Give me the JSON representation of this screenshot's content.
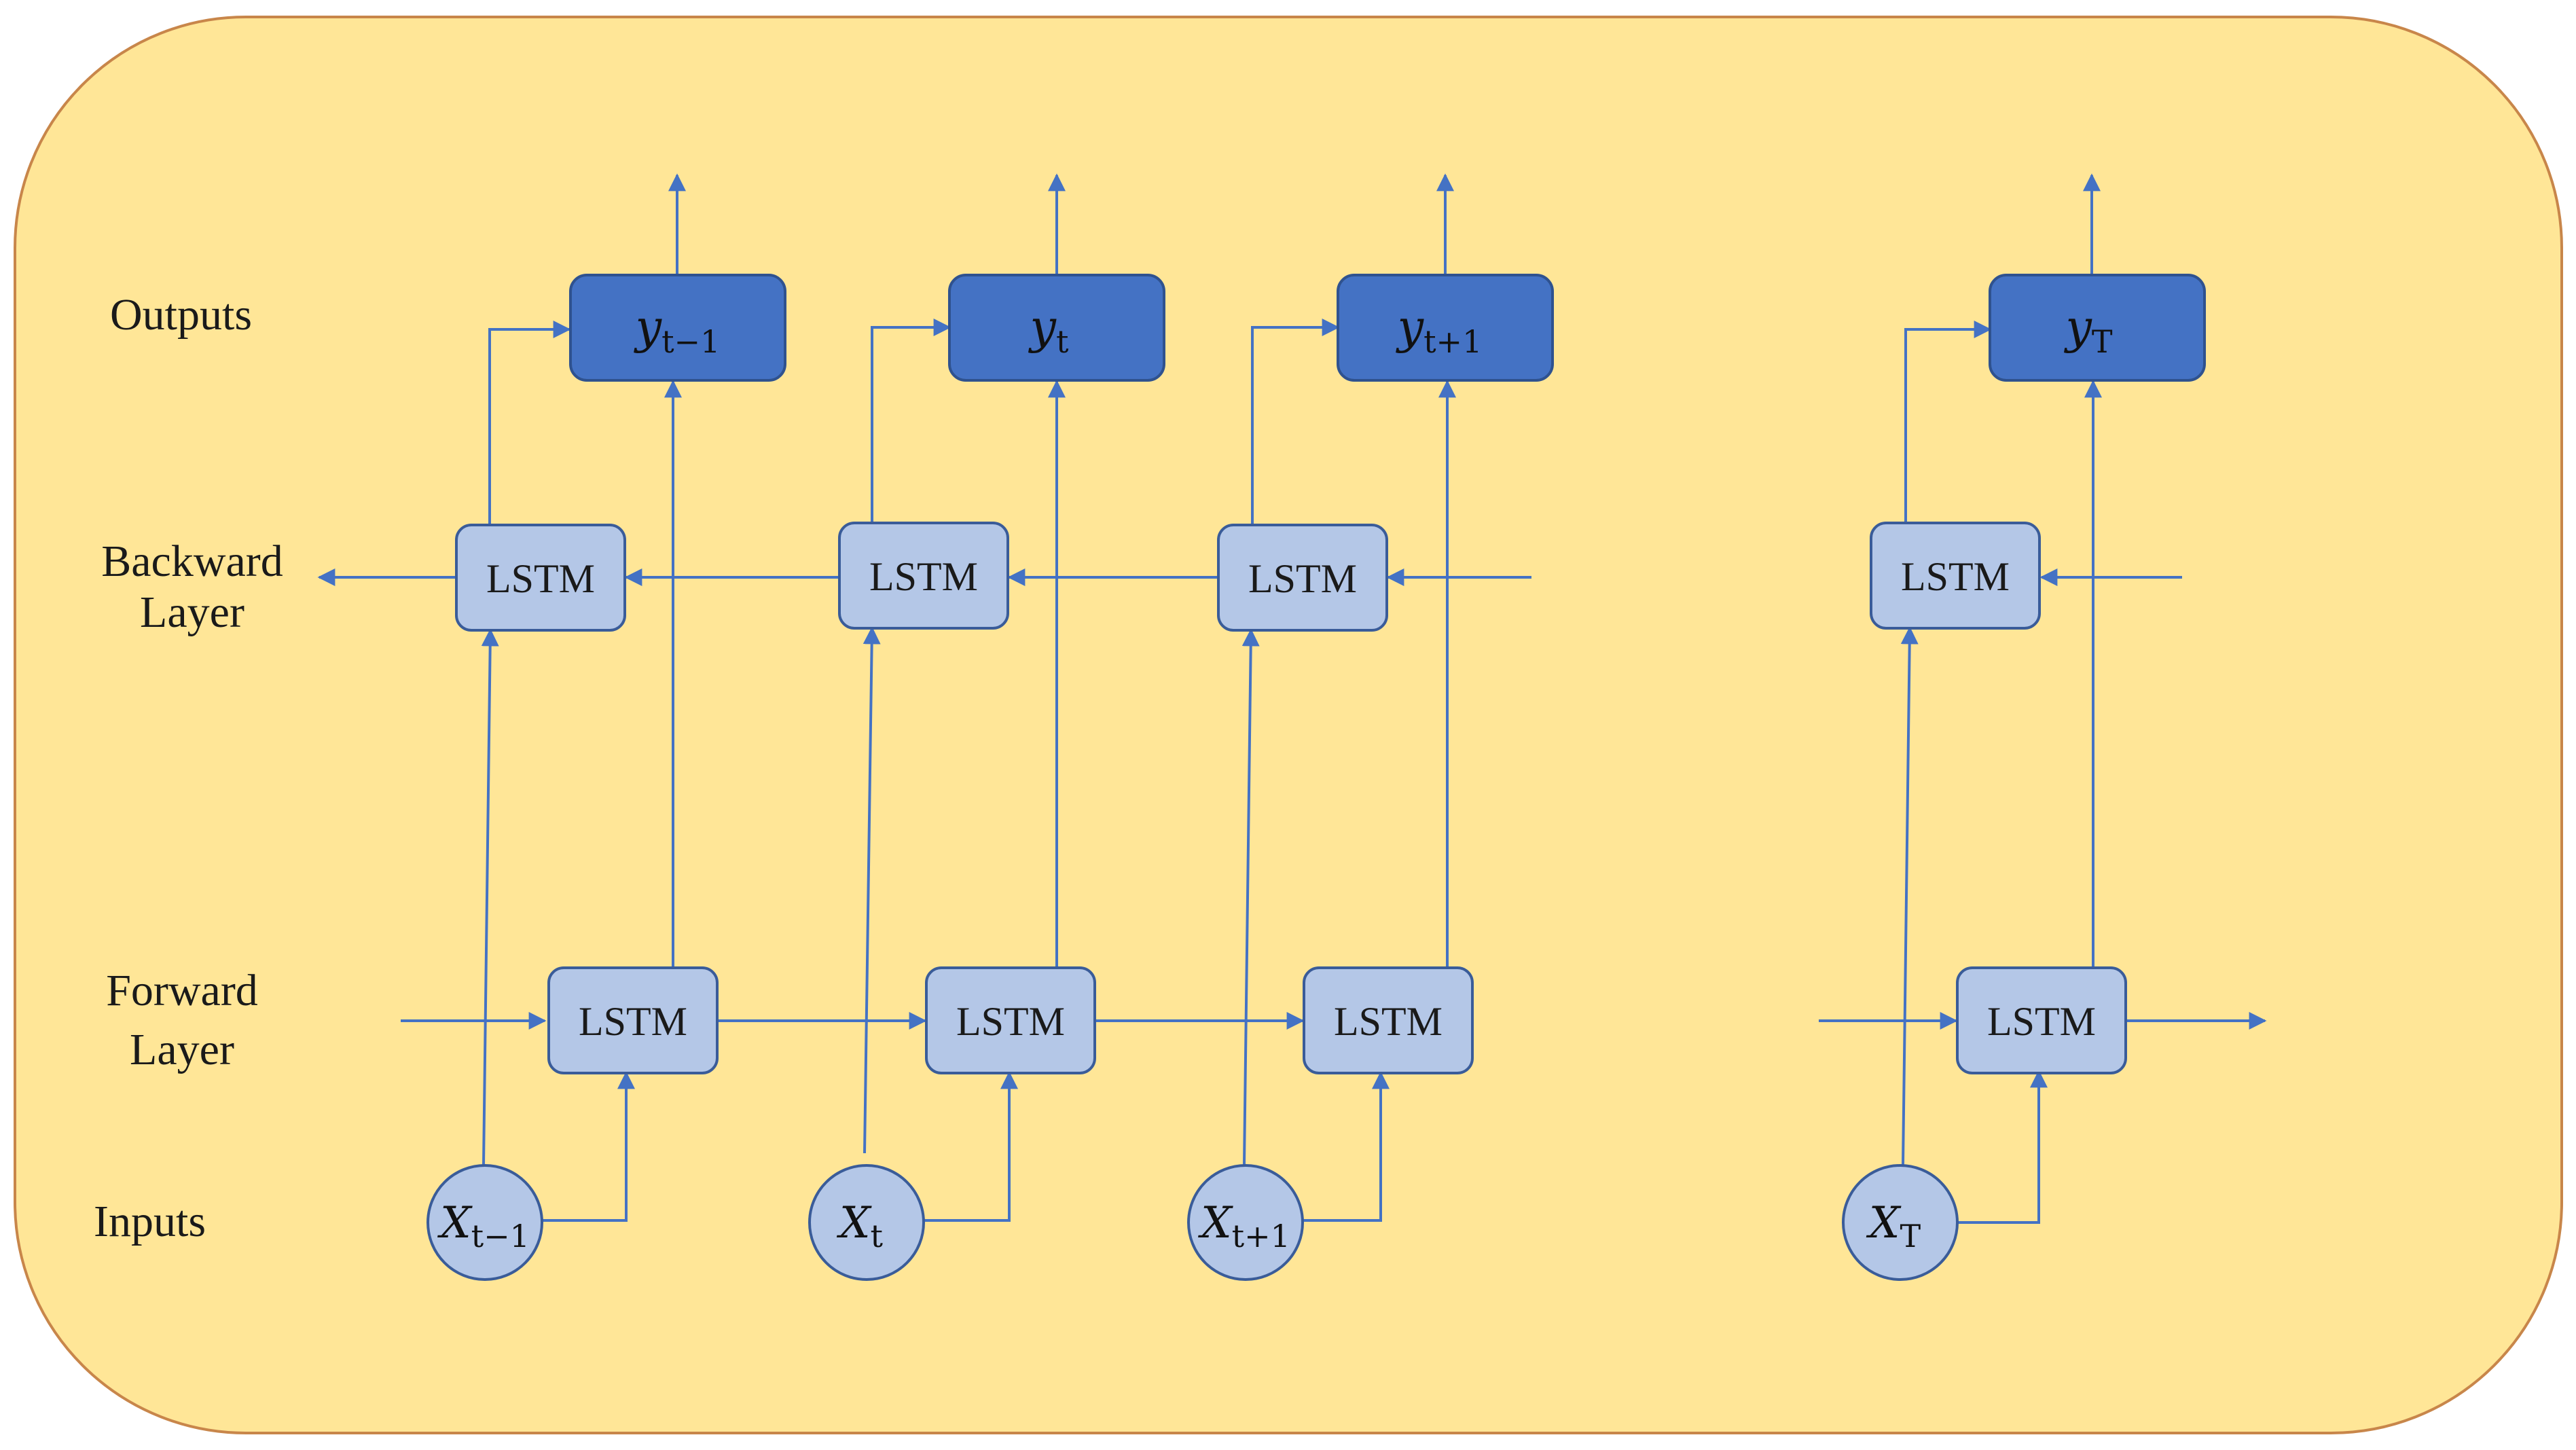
{
  "row_labels": {
    "outputs": "Outputs",
    "backward_line1": "Backward",
    "backward_line2": "Layer",
    "forward_line1": "Forward",
    "forward_line2": "Layer",
    "inputs": "Inputs"
  },
  "cell_label": "LSTM",
  "outputs": [
    {
      "var": "y",
      "sub": "t−1"
    },
    {
      "var": "y",
      "sub": "t"
    },
    {
      "var": "y",
      "sub": "t+1"
    },
    {
      "var": "y",
      "sub": "T"
    }
  ],
  "inputs": [
    {
      "var": "X",
      "sub": "t−1"
    },
    {
      "var": "X",
      "sub": "t"
    },
    {
      "var": "X",
      "sub": "t+1"
    },
    {
      "var": "X",
      "sub": "T"
    }
  ],
  "colors": {
    "background_panel": "#FFE697",
    "panel_border": "#C8864A",
    "output_box": "#4472C4",
    "lstm_box": "#B4C7E7",
    "input_node": "#B4C7E7",
    "arrow": "#4472C4",
    "box_border": "#3A5C99"
  }
}
